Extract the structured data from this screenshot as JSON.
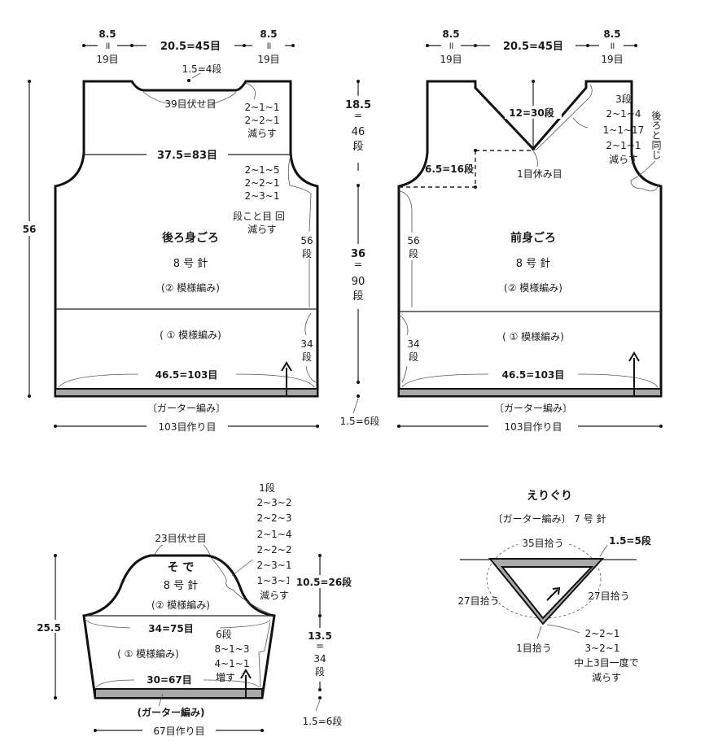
{
  "back": {
    "shoulder_left": {
      "cm": "8.5",
      "sts": "19目"
    },
    "neck_width": "20.5=45目",
    "shoulder_right": {
      "cm": "8.5",
      "sts": "19目"
    },
    "neck_depth": "1.5=4段",
    "neck_bindoff": "39目伏せ目",
    "neck_dec": [
      "2~1~1",
      "2~2~1",
      "減らす"
    ],
    "chest_width": "37.5=83目",
    "armhole_dec": [
      "2~1~5",
      "2~2~1",
      "2~3~1",
      "段こと目 回",
      "減らす"
    ],
    "side_rows": [
      "56",
      "段"
    ],
    "title": "後ろ身ごろ",
    "needle": "8 号 針",
    "pattern2": "(② 模様編み)",
    "pattern1": "( ① 模様編み)",
    "lower_rows": [
      "34",
      "段"
    ],
    "hem_width": "46.5=103目",
    "band": "〔ガーター編み〕",
    "cast_on": "103目作り目",
    "total_height": "56"
  },
  "center_measure": {
    "armhole": [
      "18.5",
      "=",
      "46",
      "段"
    ],
    "body": [
      "36",
      "=",
      "90",
      "段"
    ],
    "band": "1.5=6段"
  },
  "front": {
    "shoulder_left": {
      "cm": "8.5",
      "sts": "19目"
    },
    "neck_width": "20.5=45目",
    "shoulder_right": {
      "cm": "8.5",
      "sts": "19目"
    },
    "v_depth": "12=30段",
    "v_dec": [
      "3段",
      "2~1~4",
      "1~1~17",
      "2~1~1",
      "減らす"
    ],
    "same_as_back": "後ろと同じ",
    "below_v": "6.5=16段",
    "center_hold": "1目休み目",
    "side_rows": [
      "56",
      "段"
    ],
    "title": "前身ごろ",
    "needle": "8 号 針",
    "pattern2": "(② 模様編み)",
    "pattern1": "( ① 模様編み)",
    "lower_rows": [
      "34",
      "段"
    ],
    "hem_width": "46.5=103目",
    "band": "〔ガーター編み〕",
    "cast_on": "103目作り目"
  },
  "sleeve": {
    "cap_dec": [
      "1段",
      "2~3~2",
      "2~2~3",
      "2~1~4",
      "2~2~2",
      "2~3~1",
      "1~3~1",
      "減らす"
    ],
    "top_bindoff": "23目伏せ目",
    "title": "そ で",
    "needle": "8 号 針",
    "pattern2": "(② 模様編み)",
    "upper_width": "34=75目",
    "inc": [
      "6段",
      "8~1~3",
      "4~1~1",
      "増す"
    ],
    "pattern1": "( ① 模様編み)",
    "lower_width": "30=67目",
    "band": "(ガーター編み)",
    "cast_on": "67目作り目",
    "total_height": "25.5",
    "cap_height": "10.5=26段",
    "body": [
      "13.5",
      "=",
      "34",
      "段"
    ],
    "band_rows": "1.5=6段"
  },
  "collar": {
    "title": "えりぐり",
    "spec": "〔ガーター編み〕 7 号 針",
    "back_pickup": "35目拾う",
    "rows": "1.5=5段",
    "left_pickup": "27目拾う",
    "right_pickup": "27目拾う",
    "center_pickup": "1目拾う",
    "dec": [
      "2~2~1",
      "3~2~1",
      "中上3目一度で",
      "減らす"
    ]
  }
}
